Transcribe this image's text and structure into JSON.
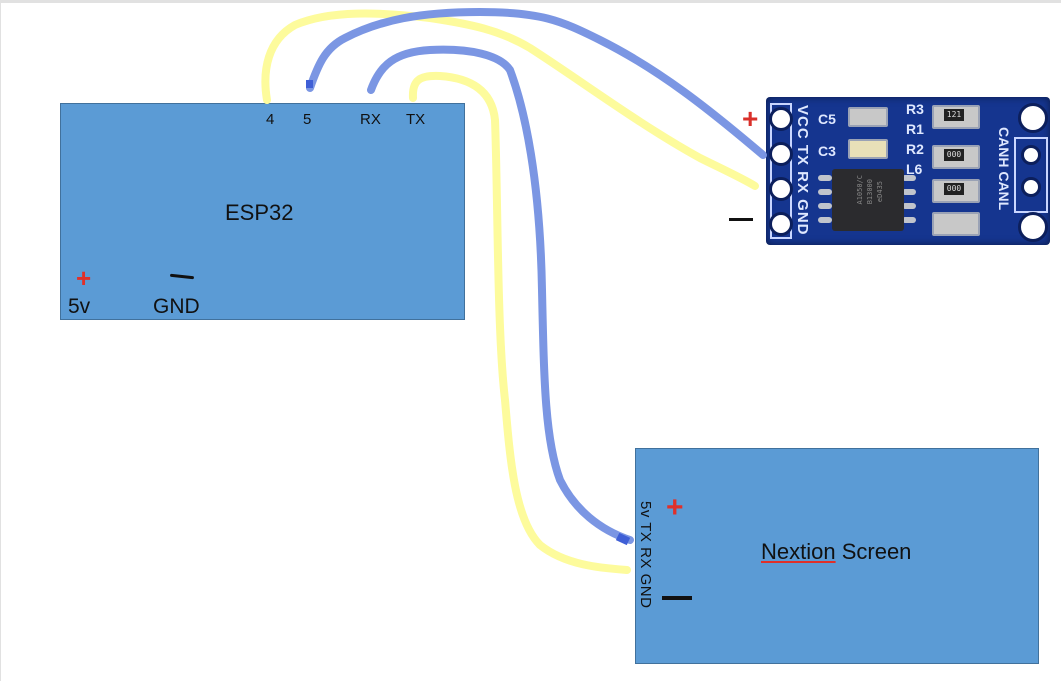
{
  "colors": {
    "board_fill": "#5b9bd5",
    "wire_blue": "#7b96e3",
    "wire_yellow": "#fdfb9c",
    "plus_red": "#e0302a",
    "pcb_blue": "#15358f"
  },
  "esp32": {
    "title": "ESP32",
    "pins_top": [
      "4",
      "5",
      "RX",
      "TX"
    ],
    "power_plus": "+",
    "power_5v": "5v",
    "ground": "GND"
  },
  "nextion": {
    "title_word1": "Nextion",
    "title_word2": " Screen",
    "pins": "5v TX RX GND",
    "power_plus": "+"
  },
  "can_module": {
    "left_pins": "VCC TX RX GND",
    "right_pins": "CANH CANL",
    "labels": [
      "C5",
      "C3",
      "R3",
      "R1",
      "R2",
      "L6"
    ],
    "resistor_codes": [
      "121",
      "000",
      "000"
    ],
    "chip_text": [
      "A1050/C",
      "B13000",
      "eD435"
    ],
    "plus": "+"
  },
  "wires": [
    {
      "from": "ESP32 pin 4",
      "to": "CAN module RX",
      "color": "yellow"
    },
    {
      "from": "ESP32 pin 5",
      "to": "CAN module TX",
      "color": "blue"
    },
    {
      "from": "ESP32 RX",
      "to": "Nextion TX",
      "color": "blue"
    },
    {
      "from": "ESP32 TX",
      "to": "Nextion RX",
      "color": "yellow"
    }
  ]
}
